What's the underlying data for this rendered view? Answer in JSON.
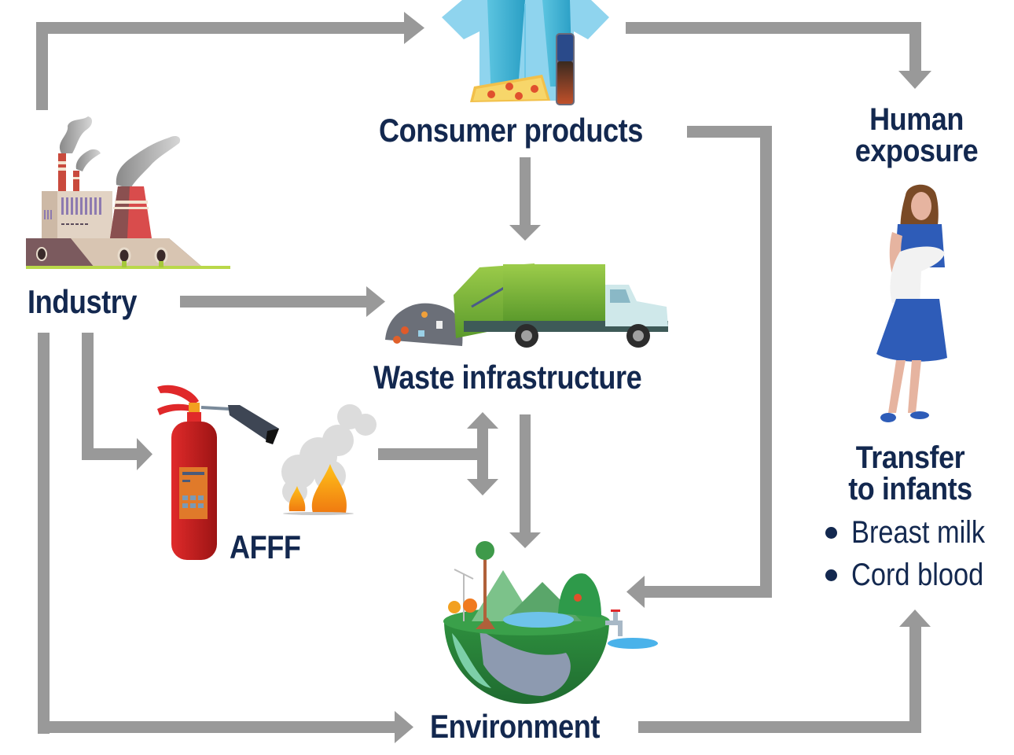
{
  "diagram": {
    "nodes": {
      "industry": {
        "label": "Industry"
      },
      "consumer_products": {
        "label": "Consumer products"
      },
      "waste_infrastructure": {
        "label": "Waste infrastructure"
      },
      "afff": {
        "label": "AFFF"
      },
      "environment": {
        "label": "Environment"
      },
      "human_exposure": {
        "label_line1": "Human",
        "label_line2": "exposure"
      },
      "transfer_to_infants": {
        "label_line1": "Transfer",
        "label_line2": "to infants",
        "items": [
          "Breast milk",
          "Cord blood"
        ]
      }
    },
    "edges": [
      {
        "from": "Industry",
        "to": "Consumer products",
        "type": "one-way"
      },
      {
        "from": "Industry",
        "to": "Waste infrastructure",
        "type": "one-way"
      },
      {
        "from": "Industry",
        "to": "AFFF",
        "type": "one-way"
      },
      {
        "from": "Industry",
        "to": "Environment",
        "type": "one-way"
      },
      {
        "from": "Consumer products",
        "to": "Waste infrastructure",
        "type": "one-way"
      },
      {
        "from": "Consumer products",
        "to": "Human exposure",
        "type": "one-way"
      },
      {
        "from": "Consumer products",
        "to": "Environment",
        "type": "one-way"
      },
      {
        "from": "AFFF",
        "to": "Waste infrastructure / Environment",
        "type": "bidirectional"
      },
      {
        "from": "Waste infrastructure",
        "to": "Environment",
        "type": "one-way"
      },
      {
        "from": "Environment",
        "to": "Human exposure",
        "type": "one-way"
      }
    ],
    "colors": {
      "arrow": "#999999",
      "label_text": "#13284f"
    },
    "icons": {
      "industry": "factory-icon",
      "consumer_products": "shirt-pizza-bottle-icon",
      "waste_infrastructure": "garbage-truck-icon",
      "afff": "fire-extinguisher-icon",
      "environment": "earth-ecosystem-icon",
      "human_exposure": "mother-with-infant-icon"
    }
  }
}
